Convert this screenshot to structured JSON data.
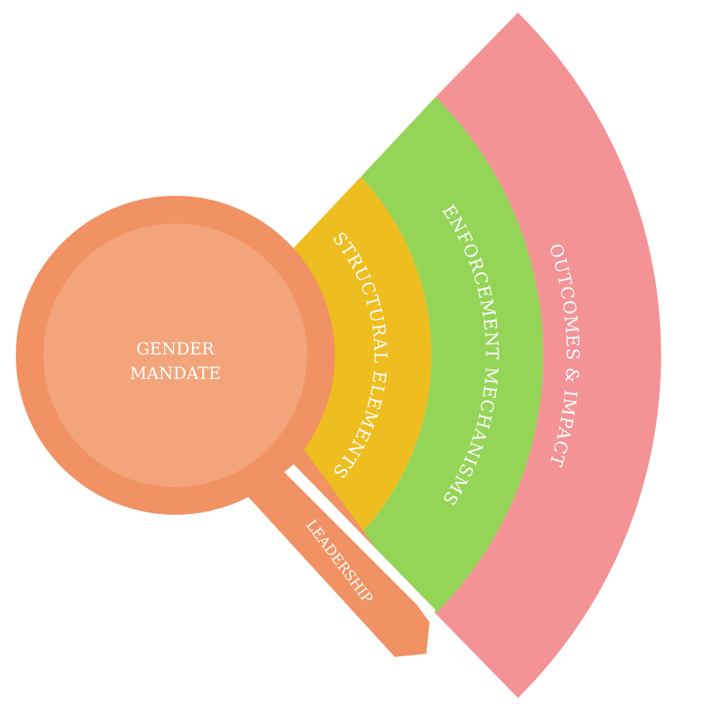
{
  "diagram": {
    "center": {
      "line1": "GENDER",
      "line2": "MANDATE"
    },
    "handle": {
      "label": "LEADERSHIP"
    },
    "rings": [
      {
        "label": "STRUCTURAL ELEMENTS"
      },
      {
        "label": "ENFORCEMENT MECHANISMS"
      },
      {
        "label": "OUTCOMES & IMPACT"
      }
    ]
  },
  "colors": {
    "ring_structural": "#EEBD20",
    "ring_enforcement": "#94D456",
    "ring_outcomes": "#F39396",
    "circle_outer": "#F09263",
    "circle_inner": "#F3A47A",
    "handle": "#F09263",
    "text": "#FFFFFF"
  }
}
